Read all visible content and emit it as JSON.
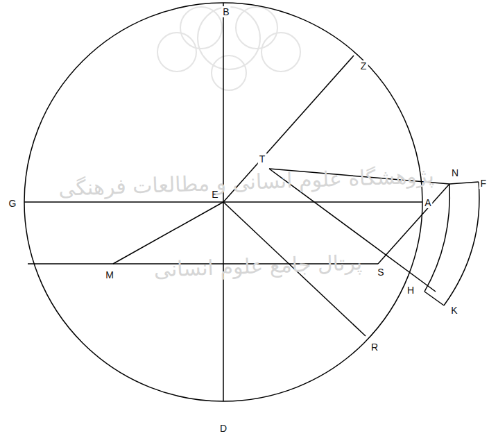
{
  "diagram": {
    "labels": [
      "B",
      "Z",
      "T",
      "N",
      "F",
      "G",
      "E",
      "A",
      "M",
      "S",
      "H",
      "K",
      "R",
      "D",
      "پژوهشگاه علوم انسانی و مطالعات فرهنگی",
      "پرتال جامع علوم انسانی"
    ]
  }
}
